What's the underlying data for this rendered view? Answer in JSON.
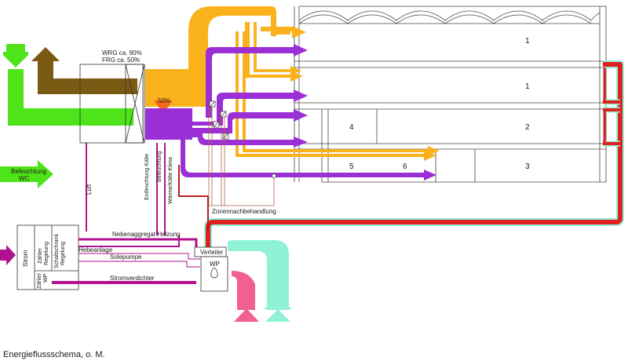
{
  "caption": "Energieflussschema, o. M.",
  "labels": {
    "wrg": "WRG ca. 90%",
    "frg": "FRG ca. 50%",
    "percent50": "50%",
    "befeuchtung_wc_1": "Befeuchtung",
    "befeuchtung_wc_2": "WC",
    "luft": "Luft",
    "entfeuchtung_kaelte": "Entfeuchtung Kälte",
    "befeuchtung": "Befeuchtung",
    "waerme_kaelte_klima": "Wärme/Kälte Klima",
    "zonennachbehandlung": "Zonennachbehandlung",
    "nebenaggregat_heizung": "Nebenaggregat Heizung",
    "hebeanlage": "Hebeanlage",
    "solepumpe": "Solepumpe",
    "stromverdichter": "Stromverdichter",
    "verteiler": "Verteiler",
    "wp": "WP",
    "strom": "Strom",
    "zaehler_regelung_1": "Zähler",
    "zaehler_regelung_2": "Regelung",
    "schaltschrank_1": "Schaltschrank",
    "schaltschrank_2": "Regelung",
    "zaehler_wp_1": "Zähler",
    "zaehler_wp_2": "WP"
  },
  "zones": [
    {
      "id": "z1a",
      "label": "1"
    },
    {
      "id": "z1b",
      "label": "1"
    },
    {
      "id": "z4",
      "label": "4"
    },
    {
      "id": "z2",
      "label": "2"
    },
    {
      "id": "z5",
      "label": "5"
    },
    {
      "id": "z6",
      "label": "6"
    },
    {
      "id": "z3",
      "label": "3"
    }
  ],
  "colors": {
    "orange": "#f9b21c",
    "purple": "#9b2fd6",
    "green": "#4fe31a",
    "brown": "#7a5a12",
    "red": "#e02020",
    "cyan": "#8ff2d6",
    "pink": "#f06090",
    "magenta": "#b0118f",
    "dark_orange": "#f36a1c"
  }
}
